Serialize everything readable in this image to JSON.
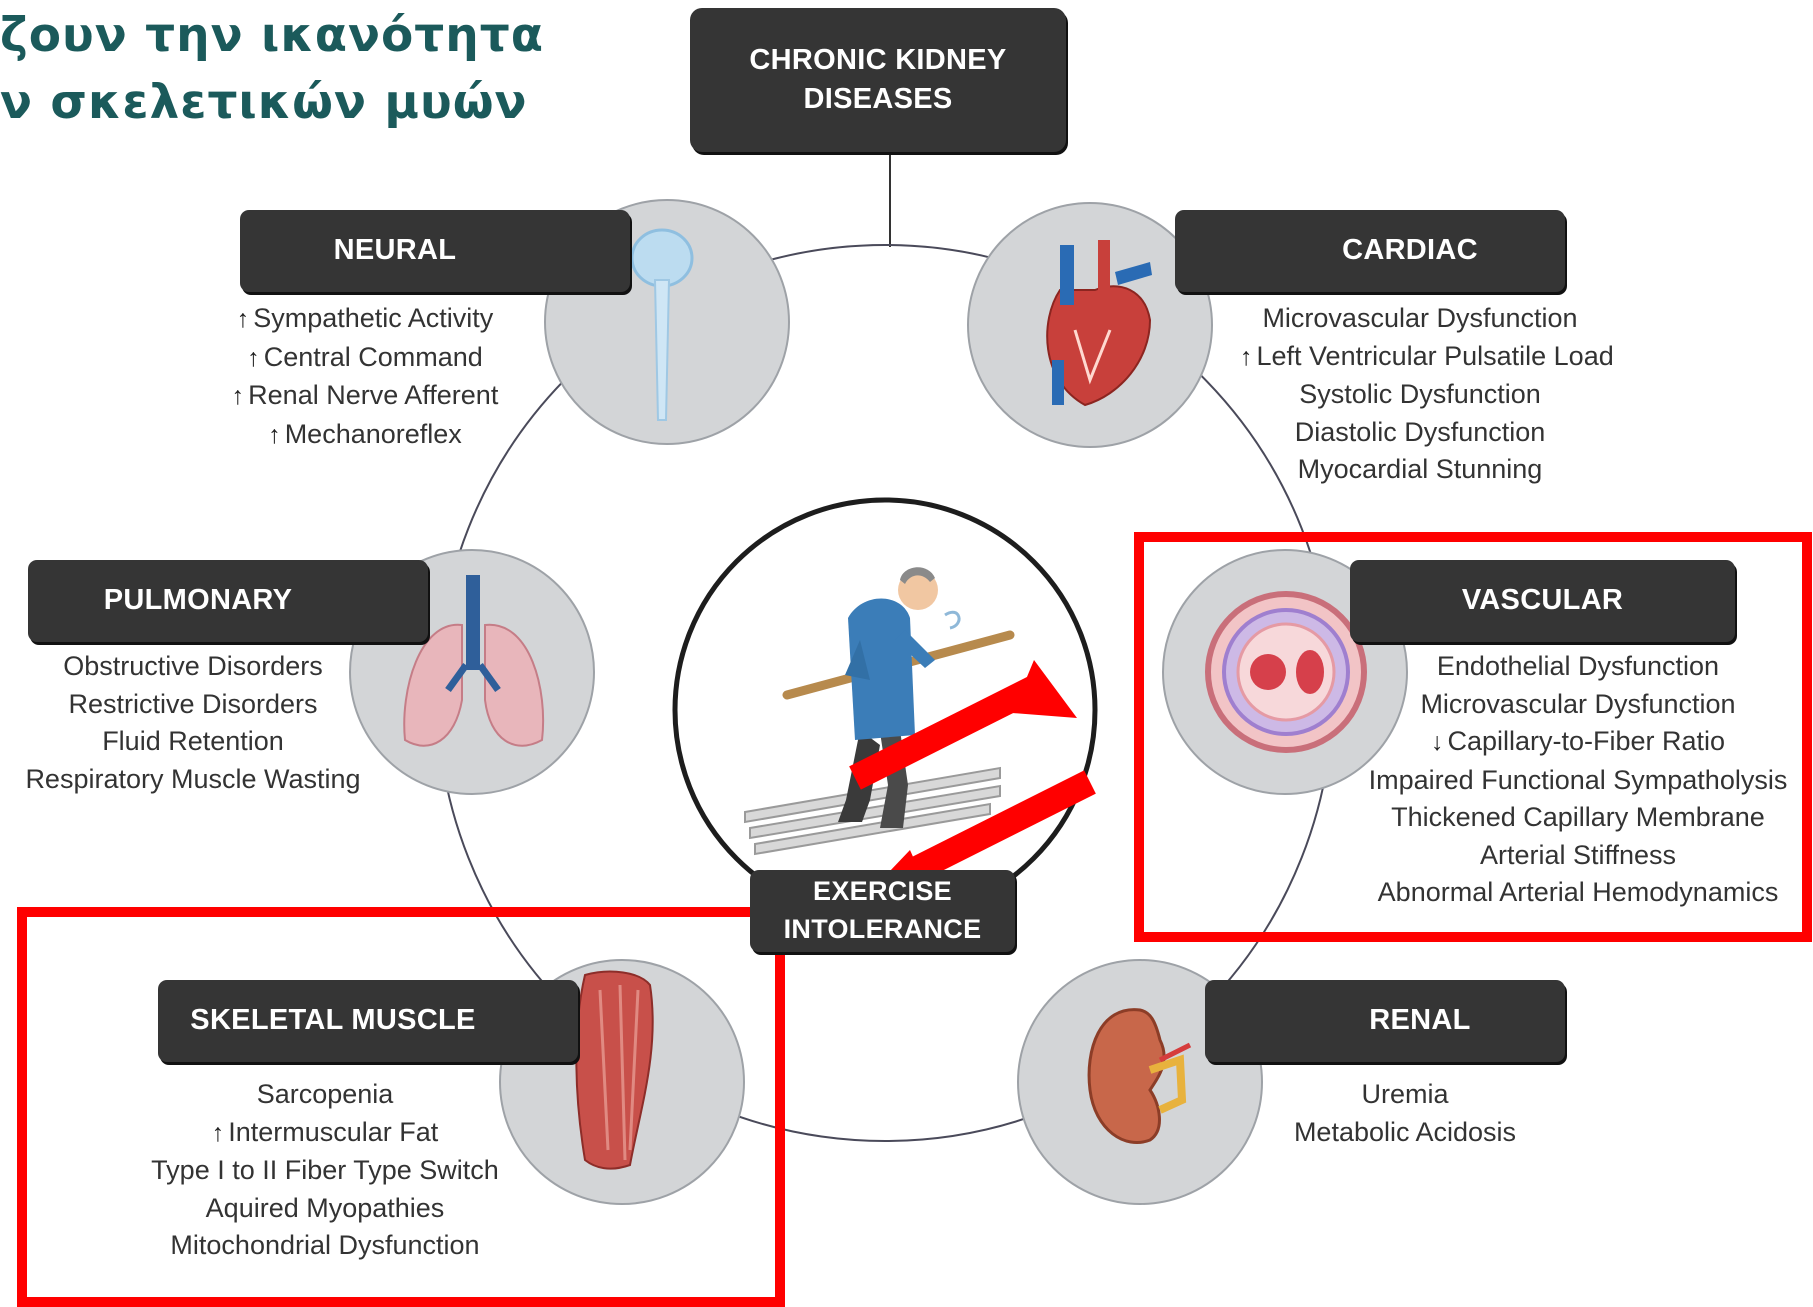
{
  "title": {
    "line1": "ζουν την ικανότητα",
    "line2": "ν σκελετικών μυών"
  },
  "center_box": {
    "line1": "CHRONIC KIDNEY",
    "line2": "DISEASES"
  },
  "exercise": {
    "line1": "EXERCISE",
    "line2": "INTOLERANCE"
  },
  "neural": {
    "title": "NEURAL",
    "items": [
      {
        "arrow": "↑",
        "text": "Sympathetic Activity"
      },
      {
        "arrow": "↑",
        "text": "Central Command"
      },
      {
        "arrow": "↑",
        "text": "Renal Nerve Afferent"
      },
      {
        "arrow": "↑",
        "text": "Mechanoreflex"
      }
    ]
  },
  "cardiac": {
    "title": "CARDIAC",
    "items": [
      {
        "arrow": "",
        "text": "Microvascular Dysfunction"
      },
      {
        "arrow": "↑",
        "text": "Left Ventricular Pulsatile Load"
      },
      {
        "arrow": "",
        "text": "Systolic Dysfunction"
      },
      {
        "arrow": "",
        "text": "Diastolic Dysfunction"
      },
      {
        "arrow": "",
        "text": "Myocardial Stunning"
      }
    ]
  },
  "pulmonary": {
    "title": "PULMONARY",
    "items": [
      {
        "arrow": "",
        "text": "Obstructive Disorders"
      },
      {
        "arrow": "",
        "text": "Restrictive Disorders"
      },
      {
        "arrow": "",
        "text": "Fluid Retention"
      },
      {
        "arrow": "",
        "text": "Respiratory Muscle Wasting"
      }
    ]
  },
  "vascular": {
    "title": "VASCULAR",
    "items": [
      {
        "arrow": "",
        "text": "Endothelial Dysfunction"
      },
      {
        "arrow": "",
        "text": "Microvascular Dysfunction"
      },
      {
        "arrow": "↓",
        "text": "Capillary-to-Fiber Ratio"
      },
      {
        "arrow": "",
        "text": "Impaired Functional Sympatholysis"
      },
      {
        "arrow": "",
        "text": "Thickened Capillary Membrane"
      },
      {
        "arrow": "",
        "text": "Arterial Stiffness"
      },
      {
        "arrow": "",
        "text": "Abnormal Arterial Hemodynamics"
      }
    ]
  },
  "skeletal": {
    "title": "SKELETAL MUSCLE",
    "items": [
      {
        "arrow": "",
        "text": "Sarcopenia"
      },
      {
        "arrow": "↑",
        "text": "Intermuscular Fat"
      },
      {
        "arrow": "",
        "text": "Type I to II Fiber Type Switch"
      },
      {
        "arrow": "",
        "text": "Aquired Myopathies"
      },
      {
        "arrow": "",
        "text": "Mitochondrial Dysfunction"
      }
    ]
  },
  "renal": {
    "title": "RENAL",
    "items": [
      {
        "arrow": "",
        "text": "Uremia"
      },
      {
        "arrow": "",
        "text": "Metabolic Acidosis"
      }
    ]
  },
  "colors": {
    "header_bg": "#353535",
    "highlight": "#ff0000",
    "title_text": "#1b5a5b",
    "organ_circle": "#d3d5d7"
  }
}
